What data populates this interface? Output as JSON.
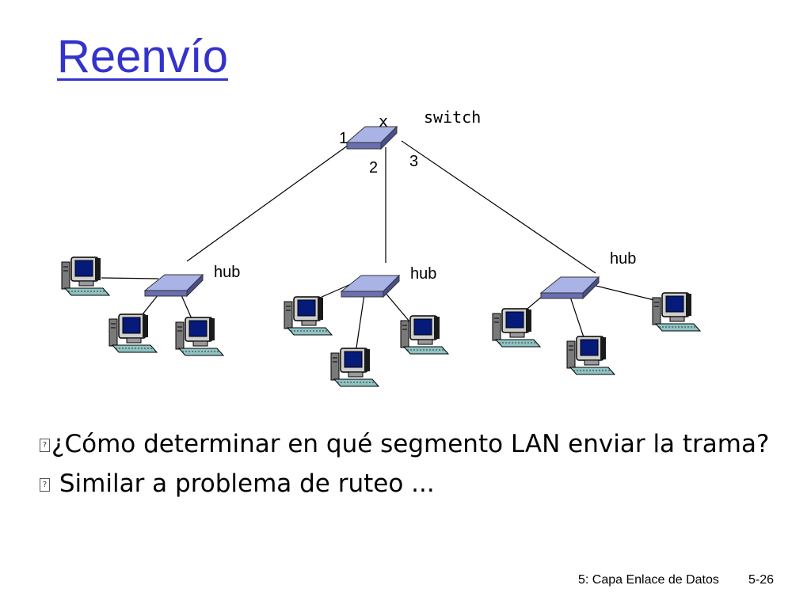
{
  "slide": {
    "title": "Reenvío",
    "bullets": [
      "¿Cómo determinar en qué segmento LAN enviar la trama?",
      " Similar a problema de ruteo ..."
    ],
    "bullet_icon": "?",
    "footer": {
      "chapter": "5: Capa Enlace de Datos",
      "page": "5-26"
    }
  },
  "diagram": {
    "switch_label": "switch",
    "switch_mark": "x",
    "ports": [
      "1",
      "2",
      "3"
    ],
    "hub_label": "hub"
  }
}
